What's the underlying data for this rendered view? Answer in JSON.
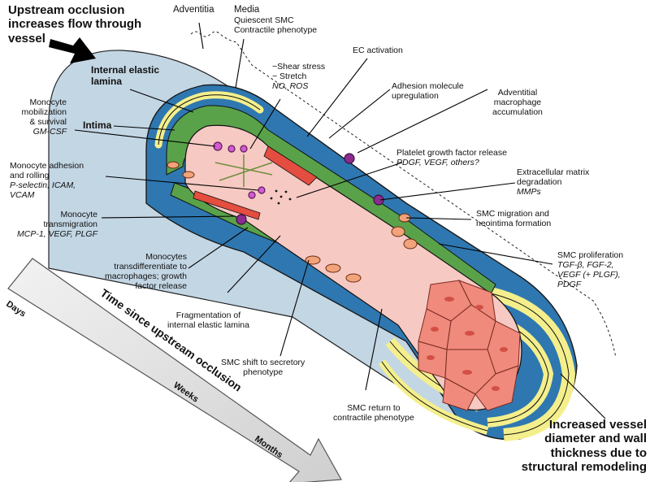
{
  "header": {
    "lines": [
      "Upstream occlusion",
      "increases flow through",
      "vessel"
    ]
  },
  "layers": {
    "adventitia": "Adventitia",
    "media": "Media",
    "media_sub": [
      "Quiescent SMC",
      "Contractile phenotype"
    ],
    "internal_elastic_lamina": [
      "Internal elastic",
      "lamina"
    ],
    "intima": "Intima"
  },
  "stimuli": {
    "shear_stress": "−Shear stress",
    "stretch": "− Stretch",
    "factors": "NO, ROS"
  },
  "events": {
    "ec_activation": "EC activation",
    "adhesion_molecule": [
      "Adhesion molecule",
      "upregulation"
    ],
    "adventitial_macrophage": [
      "Adventitial",
      "macrophage",
      "accumulation"
    ],
    "platelet": {
      "title": "Platelet growth factor release",
      "factors": "PDGF, VEGF, others?"
    },
    "ecm": {
      "title": [
        "Extracellular matrix",
        "degradation"
      ],
      "factors": "MMPs"
    },
    "smc_migration": [
      "SMC migration and",
      "neointima formation"
    ],
    "smc_proliferation": {
      "title": "SMC proliferation",
      "factors": [
        "TGF-β, FGF-2,",
        "VEGF (+ PLGF),",
        "PDGF"
      ]
    },
    "monocyte_mobilization": {
      "title": [
        "Monocyte",
        "mobilization",
        "& survival"
      ],
      "factors": "GM-CSF"
    },
    "monocyte_adhesion": {
      "title": [
        "Monocyte adhesion",
        "and rolling"
      ],
      "factors": [
        "P-selectin, ICAM,",
        "VCAM"
      ]
    },
    "monocyte_transmigration": {
      "title": [
        "Monocyte",
        "transmigration"
      ],
      "factors": "MCP-1, VEGF, PLGF"
    },
    "monocyte_transdiff": [
      "Monocytes",
      "transdifferentiate to",
      "macrophages;  growth",
      "factor release"
    ],
    "fragmentation": [
      "Fragmentation of",
      "internal elastic lamina"
    ],
    "smc_secretory": [
      "SMC shift to secretory",
      "phenotype"
    ],
    "smc_contractile": [
      "SMC return to",
      "contractile phenotype"
    ]
  },
  "outcome": [
    "Increased vessel",
    "diameter and wall",
    "thickness due to",
    "structural remodeling"
  ],
  "timeline": {
    "title": "Time since upstream occlusion",
    "marks": [
      "Days",
      "Weeks",
      "Months"
    ]
  },
  "colors": {
    "adventitia": "#c3d6e4",
    "media": "#2f77b0",
    "intima_band": "#5aa24a",
    "lumen": "#f7c9c3",
    "endothelium": "#ef8a7c",
    "yellow_smc": "#f4ef8c",
    "macrophage": "#8b2b8e",
    "arrow_gray": "#d9d9d9"
  }
}
